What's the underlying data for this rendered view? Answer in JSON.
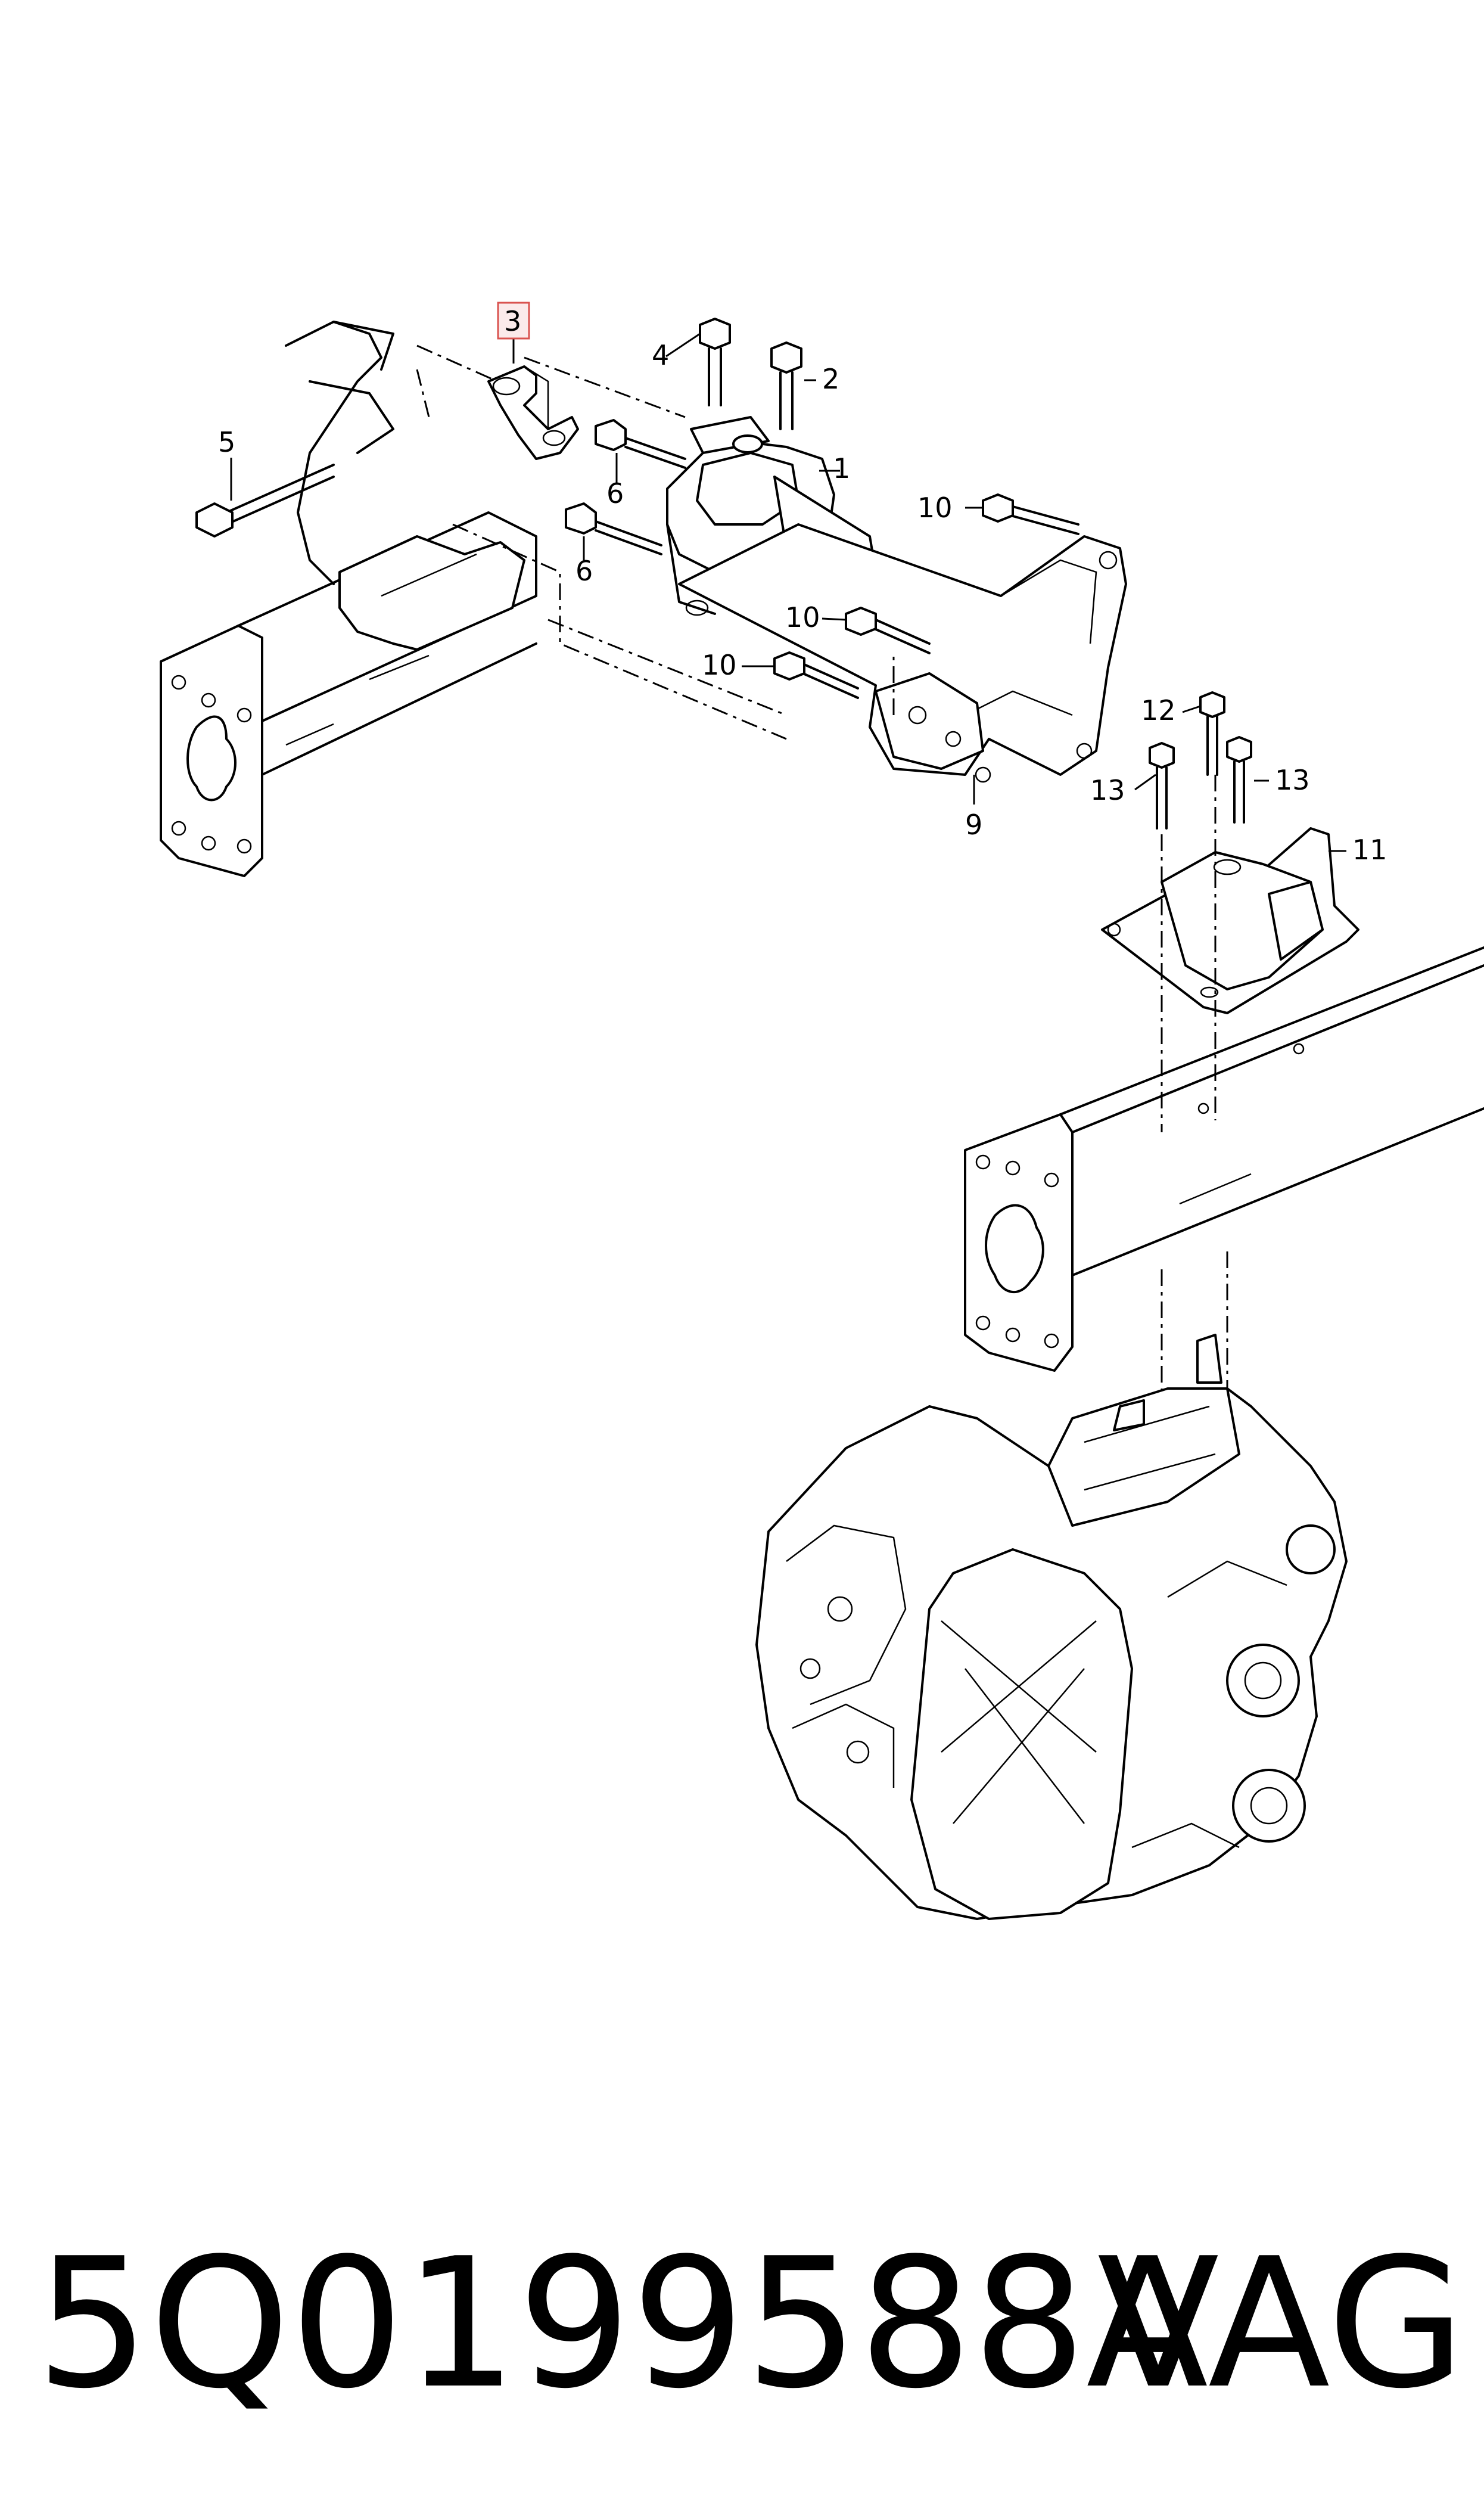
{
  "diagram": {
    "callouts": {
      "c1": "1",
      "c2": "2",
      "c3": "3",
      "c4": "4",
      "c5": "5",
      "c6a": "6",
      "c6b": "6",
      "c9": "9",
      "c10a": "10",
      "c10b": "10",
      "c10c": "10",
      "c11": "11",
      "c12": "12",
      "c13a": "13",
      "c13b": "13"
    },
    "highlighted_callout": "3",
    "highlight_color": "#d9534f"
  },
  "footer": {
    "part_number": "5Q0199588A",
    "brand": "VAG"
  }
}
